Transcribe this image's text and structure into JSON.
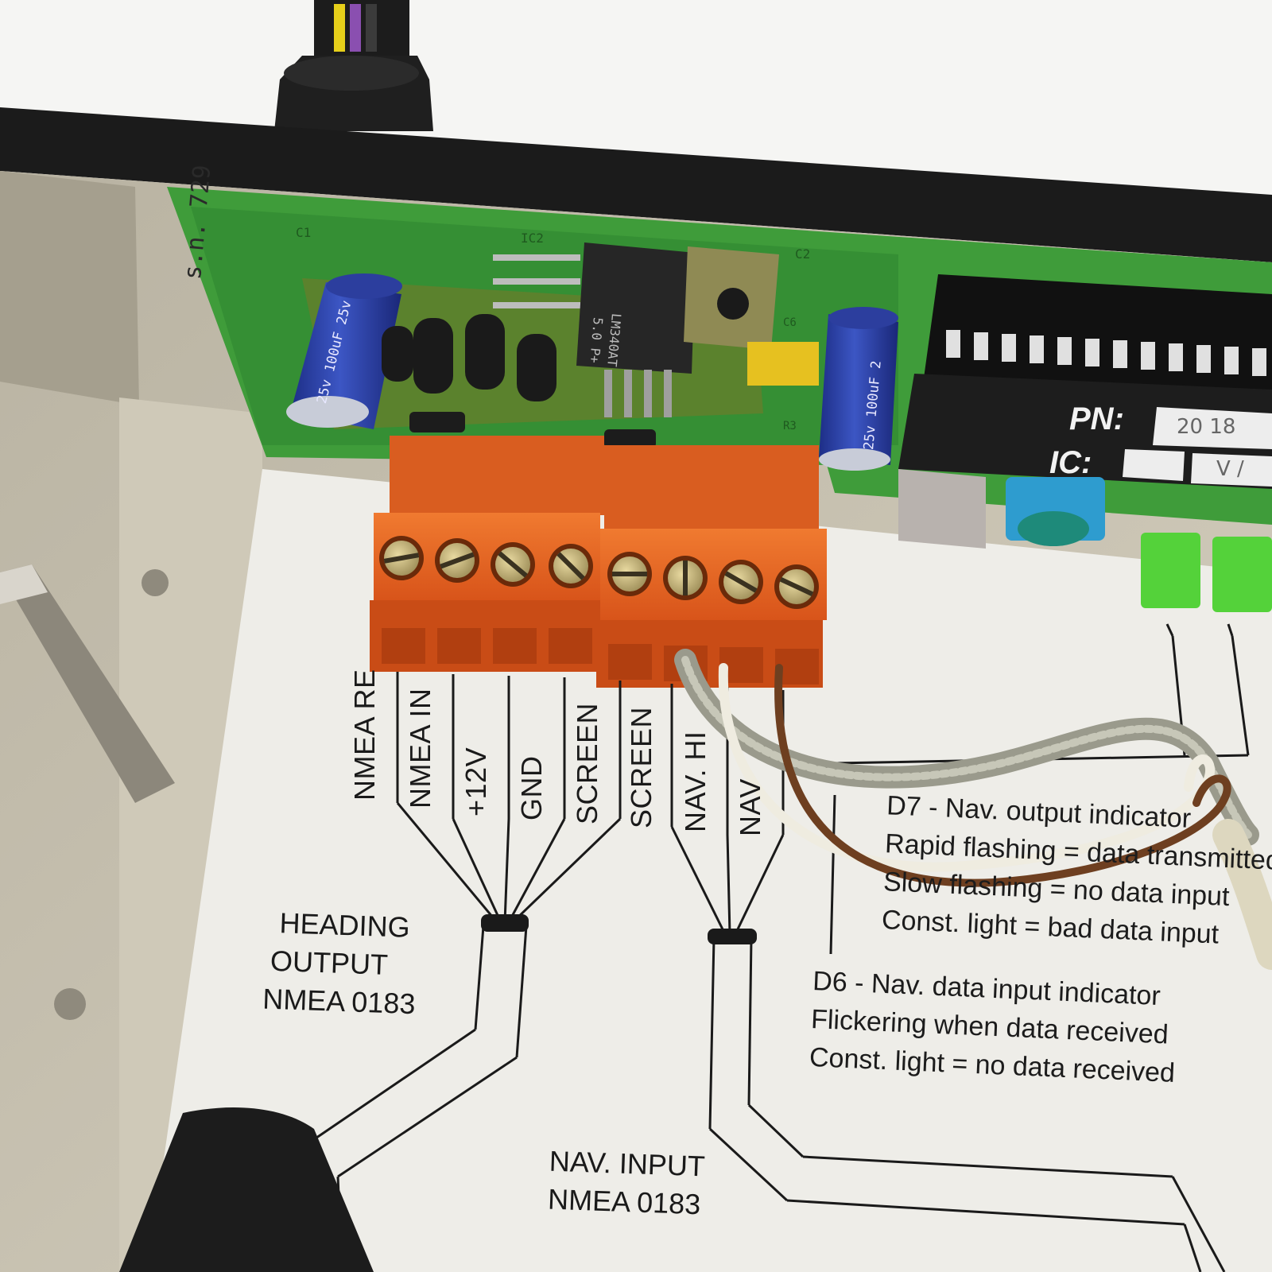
{
  "terminal_labels": [
    "NMEA RE",
    "NMEA IN",
    "+12V",
    "GND",
    "SCREEN",
    "SCREEN",
    "NAV. HI",
    "NAV"
  ],
  "heading_output": {
    "line1": "HEADING",
    "line2": "OUTPUT",
    "line3": "NMEA 0183"
  },
  "nav_input": {
    "line1": "NAV. INPUT",
    "line2": "NMEA 0183"
  },
  "d7_notes": [
    "D7 - Nav. output indicator",
    "Rapid flashing = data transmitted",
    "Slow flashing = no data input",
    "Const. light = bad data input"
  ],
  "d6_notes": [
    "D6 - Nav. data input indicator",
    "Flickering when data received",
    "Const. light = no data received"
  ],
  "chip": {
    "pn_label": "PN:",
    "pn_value": "20 18",
    "ic_label": "IC:",
    "ic_value": "V /"
  },
  "pcb_text": {
    "serial": "s.n. 729",
    "regulator_line1": "LM340AT",
    "regulator_line2": "5.0 P+",
    "ic2_label": "IC2",
    "c1_label": "C1",
    "c2_label": "C2",
    "c6_label": "C6",
    "r3_label": "R3",
    "cap_left_rating": "25v 100uF 25v",
    "cap_right_rating": "25v 100uF 2"
  },
  "colors": {
    "pcb_green": "#3f9c3a",
    "terminal_orange": "#e8621c",
    "capacitor_blue": "#2a3fa0",
    "paper": "#eeede8",
    "enclosure": "#c9c2b0"
  }
}
